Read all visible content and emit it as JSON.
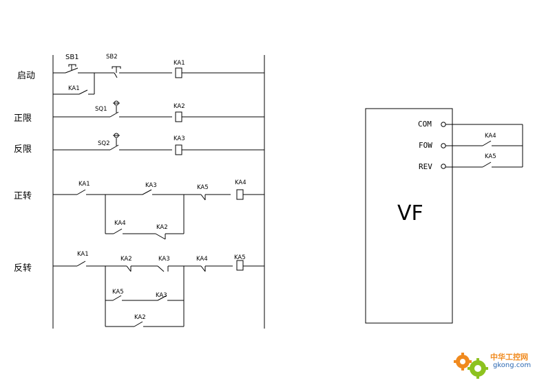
{
  "ladder": {
    "rungs": {
      "start": "启动",
      "fwd_limit": "正限",
      "rev_limit": "反限",
      "fwd_run": "正转",
      "rev_run": "反转"
    },
    "devices": {
      "sb1": "SB1",
      "sb2": "SB2",
      "ka1": "KA1",
      "ka2": "KA2",
      "ka3": "KA3",
      "ka4": "KA4",
      "ka5": "KA5",
      "sq1": "SQ1",
      "sq2": "SQ2"
    }
  },
  "inverter": {
    "title": "VF",
    "terminals": [
      "COM",
      "FOW",
      "REV"
    ]
  },
  "watermark": {
    "text": "中华工控网",
    "url": "gkong.com"
  },
  "colors": {
    "line": "#000000",
    "watermark_orange": "#f08a1e",
    "watermark_green": "#8dc21f",
    "watermark_blue": "#2a67b1"
  }
}
